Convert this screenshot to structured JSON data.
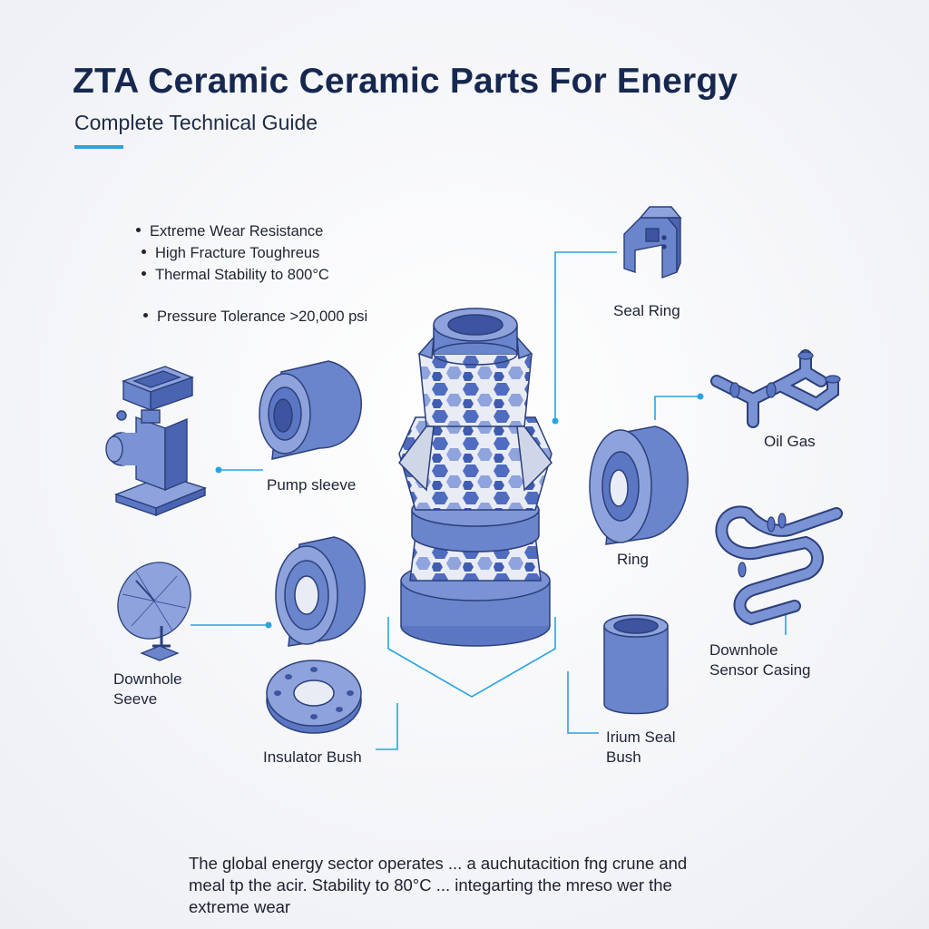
{
  "header": {
    "title": "ZTA Ceramic Ceramic Parts For Energy",
    "subtitle": "Complete Technical Guide"
  },
  "features": [
    "Extreme Wear Resistance",
    "High Fracture Toughreus",
    "Thermal Stability to 800°C",
    "Pressure Tolerance >20,000 psi"
  ],
  "labels": {
    "seal_ring": "Seal Ring",
    "oil_gas": "Oil Gas",
    "pump_sleeve": "Pump sleeve",
    "ring": "Ring",
    "downhole_sleeve_line1": "Downhole",
    "downhole_sleeve_line2": "Seeve",
    "downhole_sensor_line1": "Downhole",
    "downhole_sensor_line2": "Sensor Casing",
    "insulator_bush": "Insulator Bush",
    "irium_seal_bush_line1": "Irium Seal",
    "irium_seal_bush_line2": "Bush"
  },
  "footer": {
    "line1": "The global energy sector operates ... a auchutacition fng crune and",
    "line2": "meal tp the acir. Stability to 80°C ... integarting the mreso wer the",
    "line3": "extreme wear"
  },
  "colors": {
    "primary_blue": "#5b77c4",
    "light_blue": "#8ea3dc",
    "dark_outline": "#2c3f7a",
    "connector": "#2aa3df",
    "title": "#16284f"
  }
}
